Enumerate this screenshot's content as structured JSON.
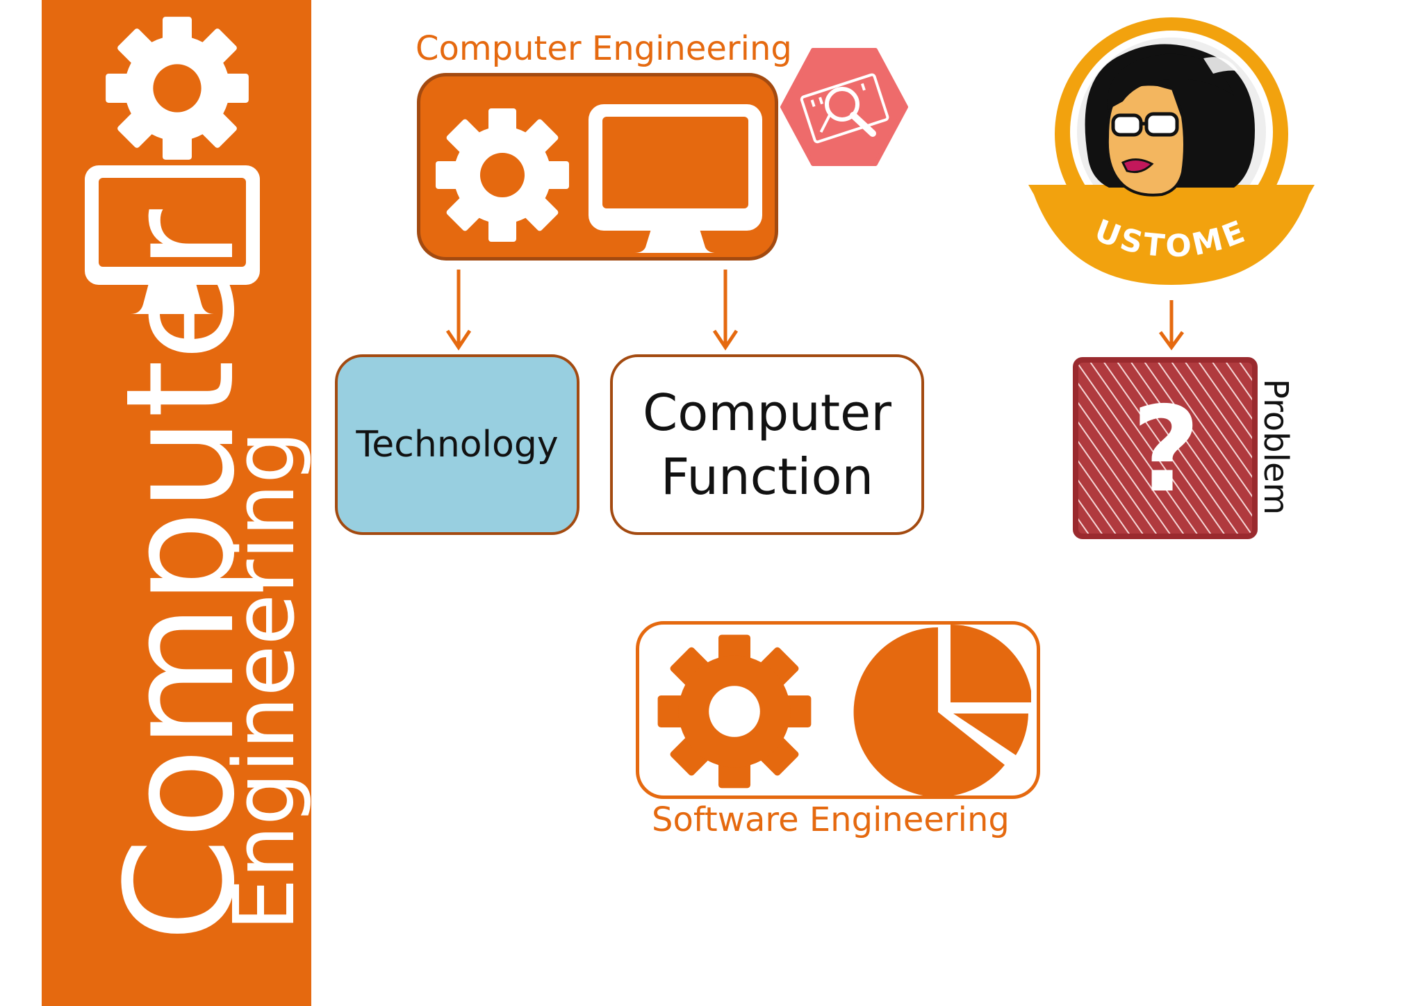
{
  "sidebar": {
    "title": "Computer",
    "subtitle": "Engineering",
    "icons": [
      "gear-icon",
      "monitor-icon"
    ]
  },
  "computer_engineering": {
    "label": "Computer Engineering",
    "icons": [
      "gear-icon",
      "monitor-icon",
      "analysis-badge-icon"
    ]
  },
  "technology": {
    "label": "Technology"
  },
  "computer_function": {
    "line1": "Computer",
    "line2": "Function"
  },
  "customer": {
    "badge_text": "CUSTOMER"
  },
  "problem": {
    "label": "Problem",
    "symbol": "?"
  },
  "software_engineering": {
    "label": "Software Engineering",
    "icons": [
      "gear-icon",
      "pie-chart-icon"
    ]
  },
  "colors": {
    "accent": "#e5690f",
    "border": "#a34a10",
    "technology_fill": "#98cfe0",
    "problem_fill": "#b03a3e",
    "badge_yellow": "#f2a20e",
    "badge_red": "#ee6b6b"
  }
}
